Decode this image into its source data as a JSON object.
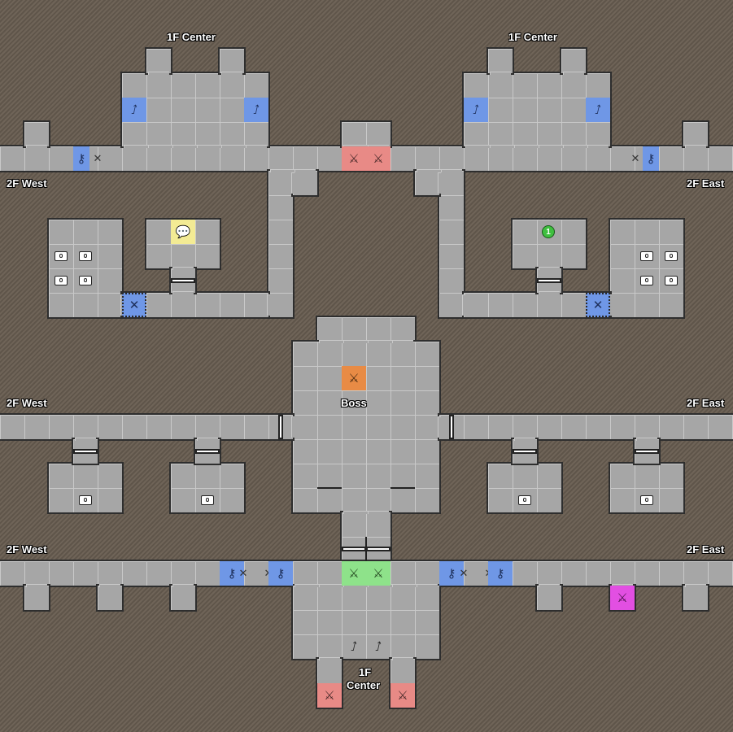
{
  "labels": {
    "center_1f": "1F Center",
    "west_2f": "2F West",
    "east_2f": "2F East",
    "boss": "Boss",
    "center_1f_line1": "1F",
    "center_1f_line2": "Center"
  },
  "badge": "1",
  "icons": {
    "stairs": "⭜",
    "swords": "⚔",
    "key": "⚷",
    "cross": "✕",
    "speech": "💬",
    "chest": "treasure-chest"
  },
  "colors": {
    "stairs": "#6f97e6",
    "key_door": "#6f97e6",
    "battle": "#e88a86",
    "start_battle": "#8ee28a",
    "boss": "#e88b45",
    "special_battle": "#e24fe2",
    "event": "#f3eb94",
    "floor": "#a6a6a6",
    "wall": "#5f554a"
  }
}
